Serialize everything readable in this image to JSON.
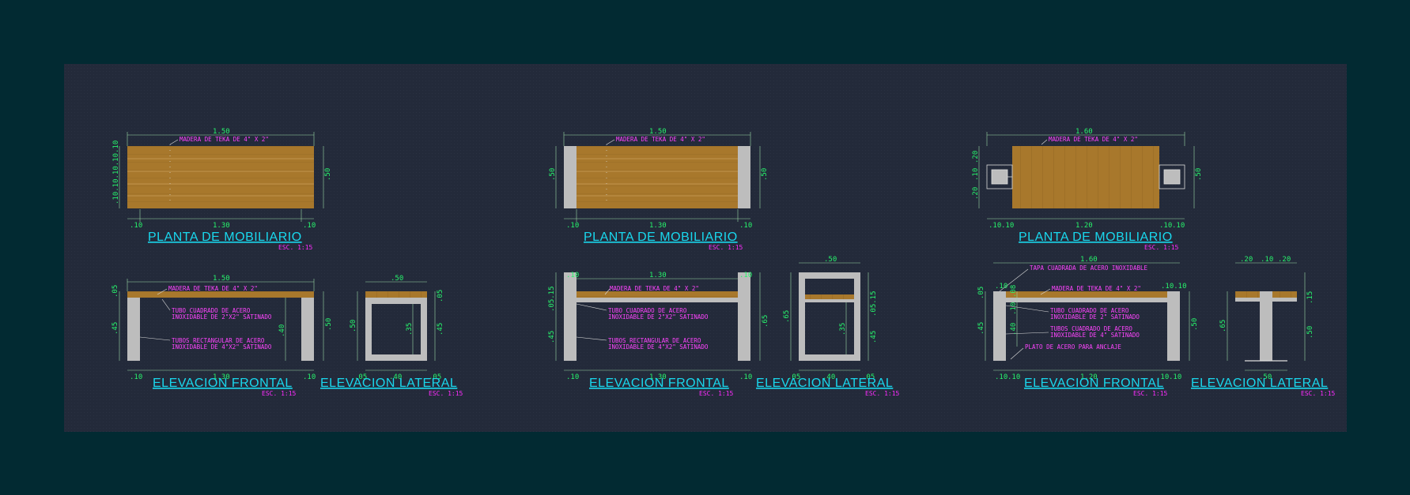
{
  "colors": {
    "background": "#022a32",
    "sheet": "#232a3a",
    "wood": "#a8782c",
    "concrete": "#bdbdbd",
    "dimension": "#27f46c",
    "note": "#ff44ff",
    "title": "#19d8ee"
  },
  "views": [
    {
      "plan_title": "PLANTA DE MOBILIARIO",
      "plan_scale": "ESC. 1:15",
      "plan_note": "MADERA DE TEKA DE 4\" X 2\"",
      "plan_dims": {
        "top": "1.50",
        "right": ".50",
        "bl": ".10",
        "bm": "1.30",
        "br": ".10",
        "left": ".10.10.10.10.10"
      },
      "front_title": "ELEVACION FRONTAL",
      "front_scale": "ESC. 1:15",
      "front_notes": [
        "MADERA DE TEKA DE 4\" X 2\"",
        "TUBO   CUADRADO   DE   ACERO",
        "INOXIDABLE  DE  2\"X2\"  SATINADO",
        "TUBOS  RECTANGULAR  DE  ACERO",
        "INOXIDABLE DE 4\"X2\" SATINADO"
      ],
      "front_dims": {
        "top": "1.50",
        "bl": ".10",
        "bm": "1.30",
        "br": ".10",
        "left": ".45",
        "left_top": ".05",
        "right": ".50",
        "inner": ".40"
      },
      "side_title": "ELEVACION LATERAL",
      "side_scale": "ESC. 1:15",
      "side_dims": {
        "top": ".50",
        "bl": ".05",
        "bm": ".40",
        "br": ".05",
        "left": ".50",
        "right": ".45",
        "right_top": ".05",
        "inner": ".35"
      }
    },
    {
      "plan_title": "PLANTA DE MOBILIARIO",
      "plan_scale": "ESC. 1:15",
      "plan_note": "MADERA DE TEKA DE 4\" X 2\"",
      "plan_dims": {
        "top": "1.50",
        "right": ".50",
        "bl": ".10",
        "bm": "1.30",
        "br": ".10",
        "left": ".50"
      },
      "front_title": "ELEVACION FRONTAL",
      "front_scale": "ESC. 1:15",
      "front_notes": [
        "MADERA DE TEKA DE 4\" X 2\"",
        "TUBO   CUADRADO   DE   ACERO",
        "INOXIDABLE  DE  2\"X2\"  SATINADO",
        "TUBOS  RECTANGULAR  DE  ACERO",
        "INOXIDABLE DE 4\"X2\" SATINADO"
      ],
      "front_dims": {
        "top": "1.30",
        "tl": ".10",
        "tr": ".10",
        "bl": ".10",
        "bm": "1.30",
        "br": ".10",
        "left": ".45",
        "left_top": ".05.15",
        "right": ".65"
      },
      "side_title": "ELEVACION LATERAL",
      "side_scale": "ESC. 1:15",
      "side_dims": {
        "top": ".50",
        "bl": ".05",
        "bm": ".40",
        "br": ".05",
        "left": ".65",
        "right": ".45",
        "right_top": ".05.15",
        "inner": ".35"
      }
    },
    {
      "plan_title": "PLANTA DE MOBILIARIO",
      "plan_scale": "ESC. 1:15",
      "plan_note": "MADERA DE TEKA DE 4\" X 2\"",
      "plan_dims": {
        "top": "1.60",
        "right": ".50",
        "bl": ".10",
        "bl2": ".10",
        "bm": "1.20",
        "br": ".10",
        "br2": ".10",
        "left_top": ".20",
        "left_mid": ".10",
        "left_bot": ".20"
      },
      "front_title": "ELEVACION FRONTAL",
      "front_scale": "ESC. 1:15",
      "front_notes": [
        "TAPA CUADRADA DE ACERO INOXIDABLE",
        "MADERA DE TEKA DE 4\" X 2\"",
        "TUBO   CUADRADO   DE   ACERO",
        "INOXIDABLE  DE  2\"  SATINADO",
        "TUBOS CUADRADO DE ACERO",
        "INOXIDABLE  DE  4\"  SATINADO",
        "PLATO DE ACERO PARA ANCLAJE"
      ],
      "front_dims": {
        "top": "1.60",
        "tl": ".10",
        "tr": ".10.10",
        "bl": ".10",
        "bl2": ".10",
        "bm": "1.20",
        "br": ".10",
        "br2": ".10",
        "left": ".45",
        "left_top": ".05",
        "right": ".50",
        "in1": ".08",
        "in2": ".10",
        "in3": ".40"
      },
      "side_title": "ELEVACION LATERAL",
      "side_scale": "ESC. 1:15",
      "side_dims": {
        "top_l": ".20",
        "top_m": ".10",
        "top_r": ".20",
        "bottom": ".50",
        "left": ".65",
        "right": ".50",
        "right_top": ".15"
      }
    }
  ]
}
